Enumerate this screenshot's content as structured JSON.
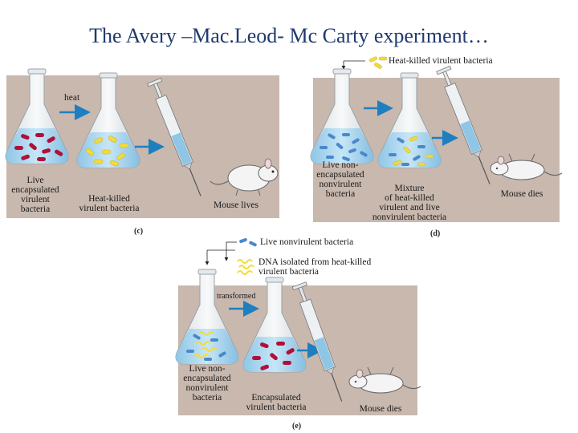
{
  "title": "The Avery –Mac.Leod- Mc Carty experiment…",
  "panel_c": {
    "tag": "(c)",
    "heat_label": "heat",
    "flask1_label": [
      "Live",
      "encapsulated",
      "virulent",
      "bacteria"
    ],
    "flask2_label": [
      "Heat-killed",
      "virulent bacteria"
    ],
    "outcome": "Mouse lives"
  },
  "panel_d": {
    "tag": "(d)",
    "legend_heat_killed": "Heat-killed virulent bacteria",
    "flask1_label": [
      "Live non-",
      "encapsulated",
      "nonvirulent",
      "bacteria"
    ],
    "flask2_label": [
      "Mixture",
      "of heat-killed",
      "virulent and live",
      "nonvirulent bacteria"
    ],
    "outcome": "Mouse dies"
  },
  "panel_e": {
    "tag": "(e)",
    "legend_live_nonvirulent": "Live nonvirulent bacteria",
    "legend_dna": [
      "DNA isolated from heat-killed",
      "virulent bacteria"
    ],
    "transformed_label": "transformed",
    "flask1_label": [
      "Live non-",
      "encapsulated",
      "nonvirulent",
      "bacteria"
    ],
    "flask2_label": [
      "Encapsulated",
      "virulent bacteria"
    ],
    "outcome": "Mouse dies"
  },
  "colors": {
    "title": "#1f3a6e",
    "panel_bg": "#c8b8ae",
    "liquid": "#a9d6ee",
    "arrow": "#1e7fc0",
    "virulent": "#b0103a",
    "heat_killed": "#f2dc3c",
    "nonvirulent": "#4a88cc"
  }
}
